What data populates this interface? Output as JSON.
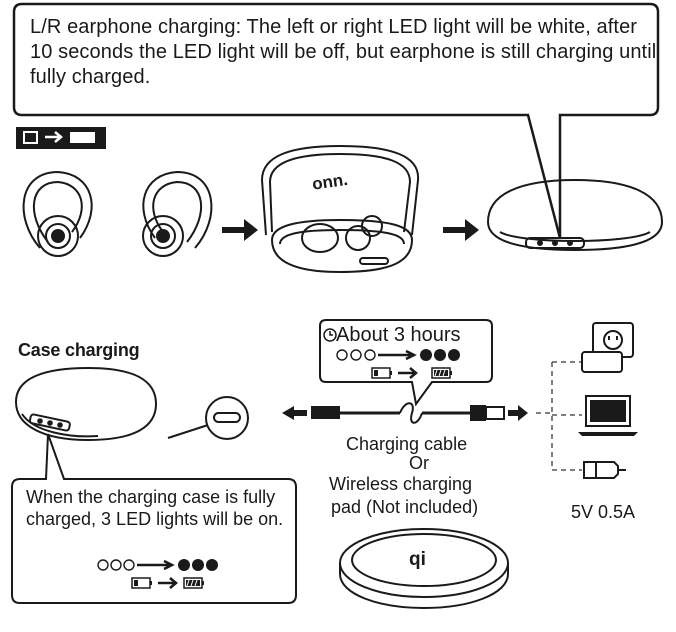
{
  "top_callout": {
    "text": "L/R earphone charging: The left or right LED light will be white, after 10 seconds the LED light will be off, but earphone is still charging until fully charged."
  },
  "case_brand": "onn.",
  "case_charging": {
    "title": "Case charging",
    "time_label": "About 3 hours",
    "cable_label": "Charging cable",
    "or_label": "Or",
    "pad_label_line1": "Wireless charging",
    "pad_label_line2": "pad (Not included)",
    "power_label": "5V 0.5A"
  },
  "bottom_callout": {
    "text": "When the charging case is fully charged, 3 LED lights will be on."
  },
  "pad_logo": "qi",
  "colors": {
    "ink": "#1a1a1a",
    "background": "#ffffff",
    "guide": "#555555"
  }
}
